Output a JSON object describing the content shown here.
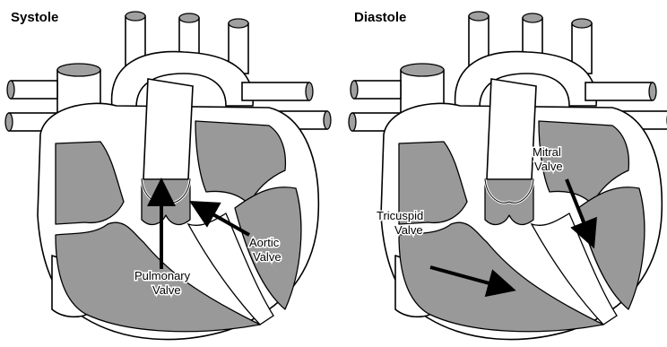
{
  "panels": [
    {
      "title": "Systole",
      "labels": {
        "pulmonary_line1": "Pulmonary",
        "pulmonary_line2": "Valve",
        "aortic_line1": "Aortic",
        "aortic_line2": "Valve"
      }
    },
    {
      "title": "Diastole",
      "labels": {
        "tricuspid_line1": "Tricuspid",
        "tricuspid_line2": "Valve",
        "mitral_line1": "Mitral",
        "mitral_line2": "Valve"
      }
    }
  ],
  "colors": {
    "chamber": "#999999",
    "outline": "#000000",
    "background": "#ffffff"
  }
}
